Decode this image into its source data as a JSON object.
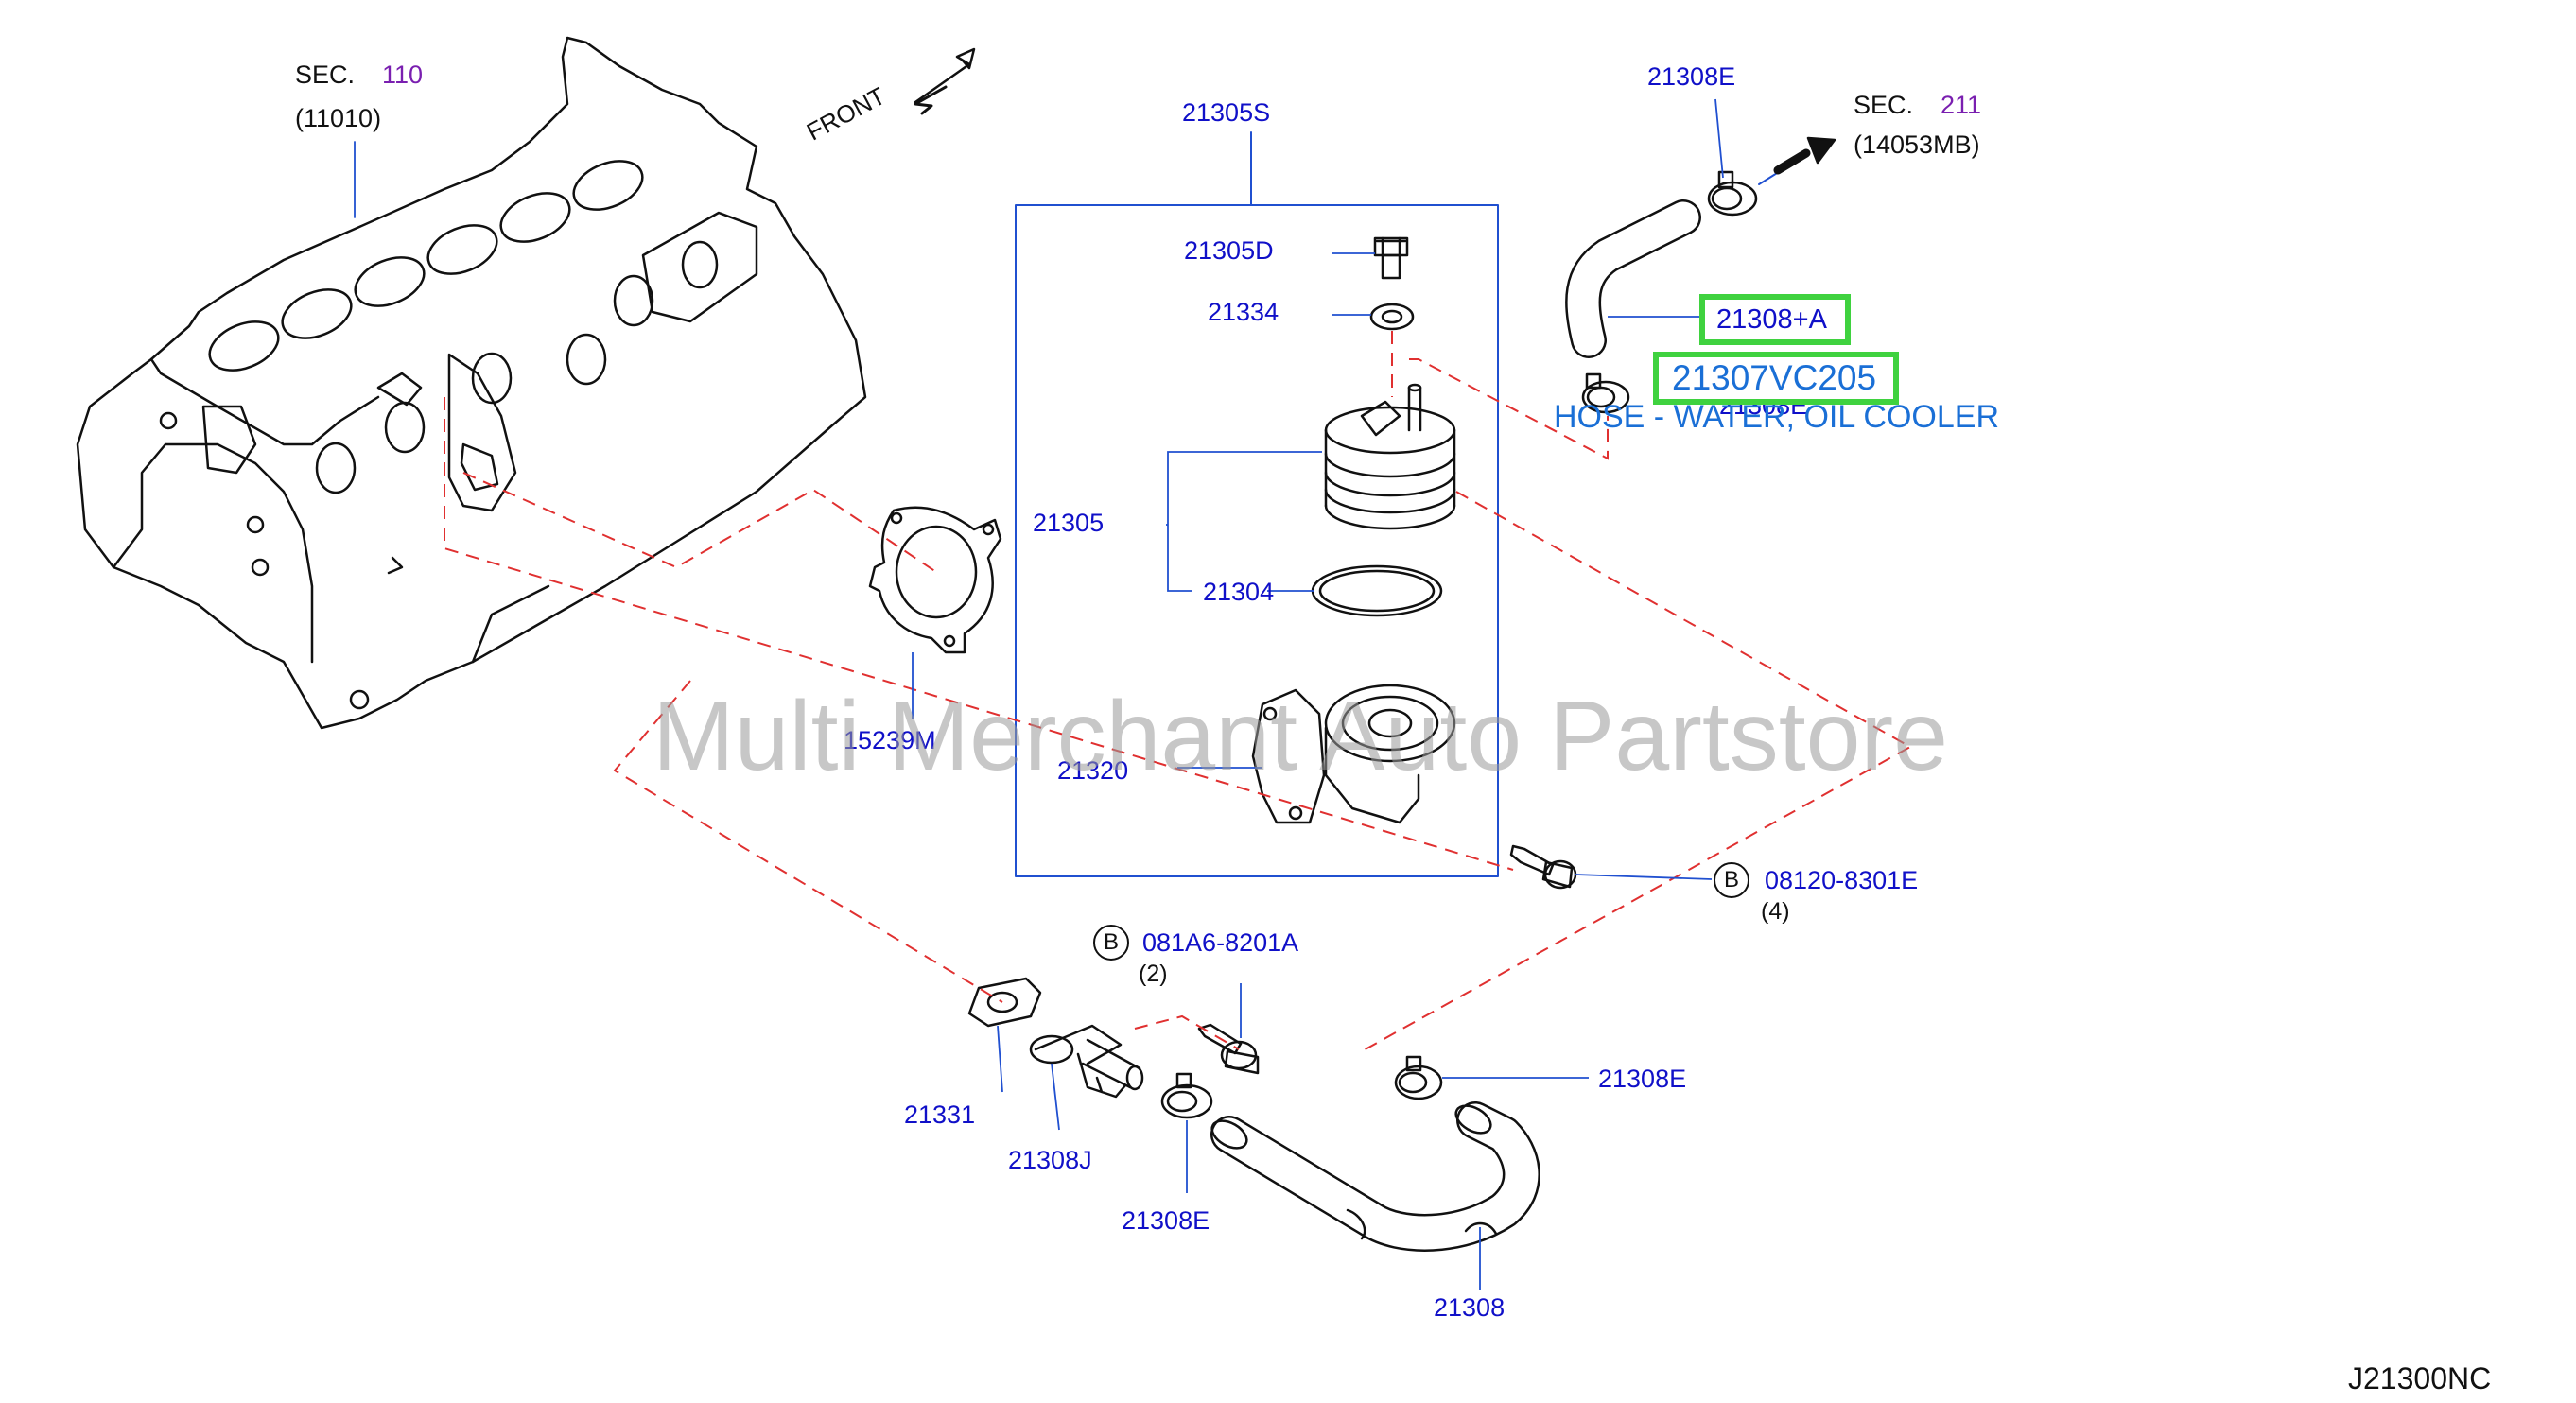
{
  "labels": {
    "sec110_prefix": "SEC.",
    "sec110_num": "110",
    "sec110_ref": "(11010)",
    "front": "FRONT",
    "p21305S": "21305S",
    "p21305D": "21305D",
    "p21334": "21334",
    "p21305": "21305",
    "p21304": "21304",
    "p21320": "21320",
    "p15239M": "15239M",
    "p21308E_top": "21308E",
    "sec211_prefix": "SEC.",
    "sec211_num": "211",
    "sec211_ref": "(14053MB)",
    "p21308A": "21308+A",
    "p21307VC205": "21307VC205",
    "p21308E_hidden": "21308E",
    "hose_desc": "HOSE - WATER, OIL COOLER",
    "bolt1_circle": "B",
    "bolt1_part": "08120-8301E",
    "bolt1_qty": "(4)",
    "bolt2_circle": "B",
    "bolt2_part": "081A6-8201A",
    "bolt2_qty": "(2)",
    "p21331": "21331",
    "p21308J": "21308J",
    "p21308E_bl": "21308E",
    "p21308E_br": "21308E",
    "p21308": "21308",
    "diagram_code": "J21300NC"
  },
  "watermark": "Multi Merchant Auto Partstore",
  "colors": {
    "part_label": "#1010c8",
    "section_number": "#7a1fb0",
    "highlight_border": "#3fd23f",
    "highlight_text": "#1a6fd6",
    "dashed_leader": "#e03030"
  }
}
